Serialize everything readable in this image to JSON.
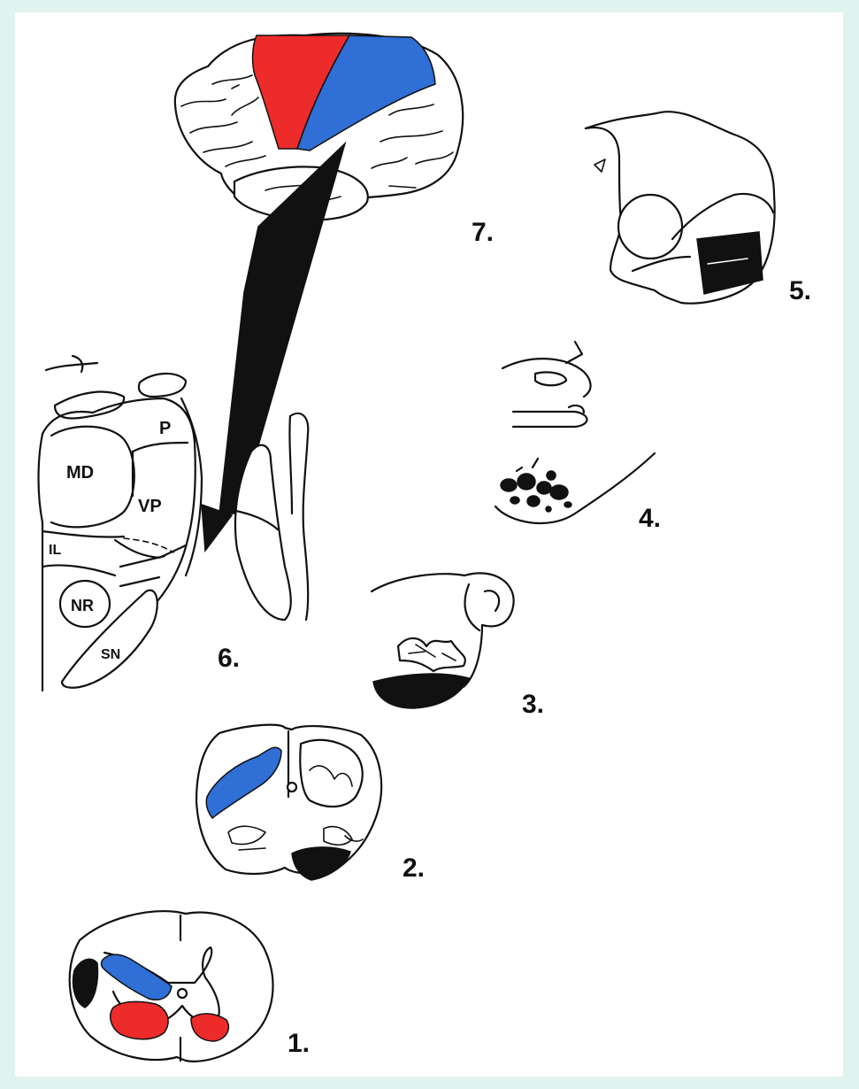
{
  "colors": {
    "background": "#dff3ef",
    "frame": "#ffffff",
    "red_region": "#ee2b2b",
    "blue_region": "#2f6fd6",
    "ink": "#111111"
  },
  "diagram": {
    "section_numbers": {
      "s1": "1.",
      "s2": "2.",
      "s3": "3.",
      "s4": "4.",
      "s5": "5.",
      "s6": "6.",
      "s7": "7."
    },
    "thalamus_labels": {
      "p": "P",
      "md": "MD",
      "vp": "VP",
      "il": "IL",
      "nr": "NR",
      "sn": "SN"
    }
  }
}
